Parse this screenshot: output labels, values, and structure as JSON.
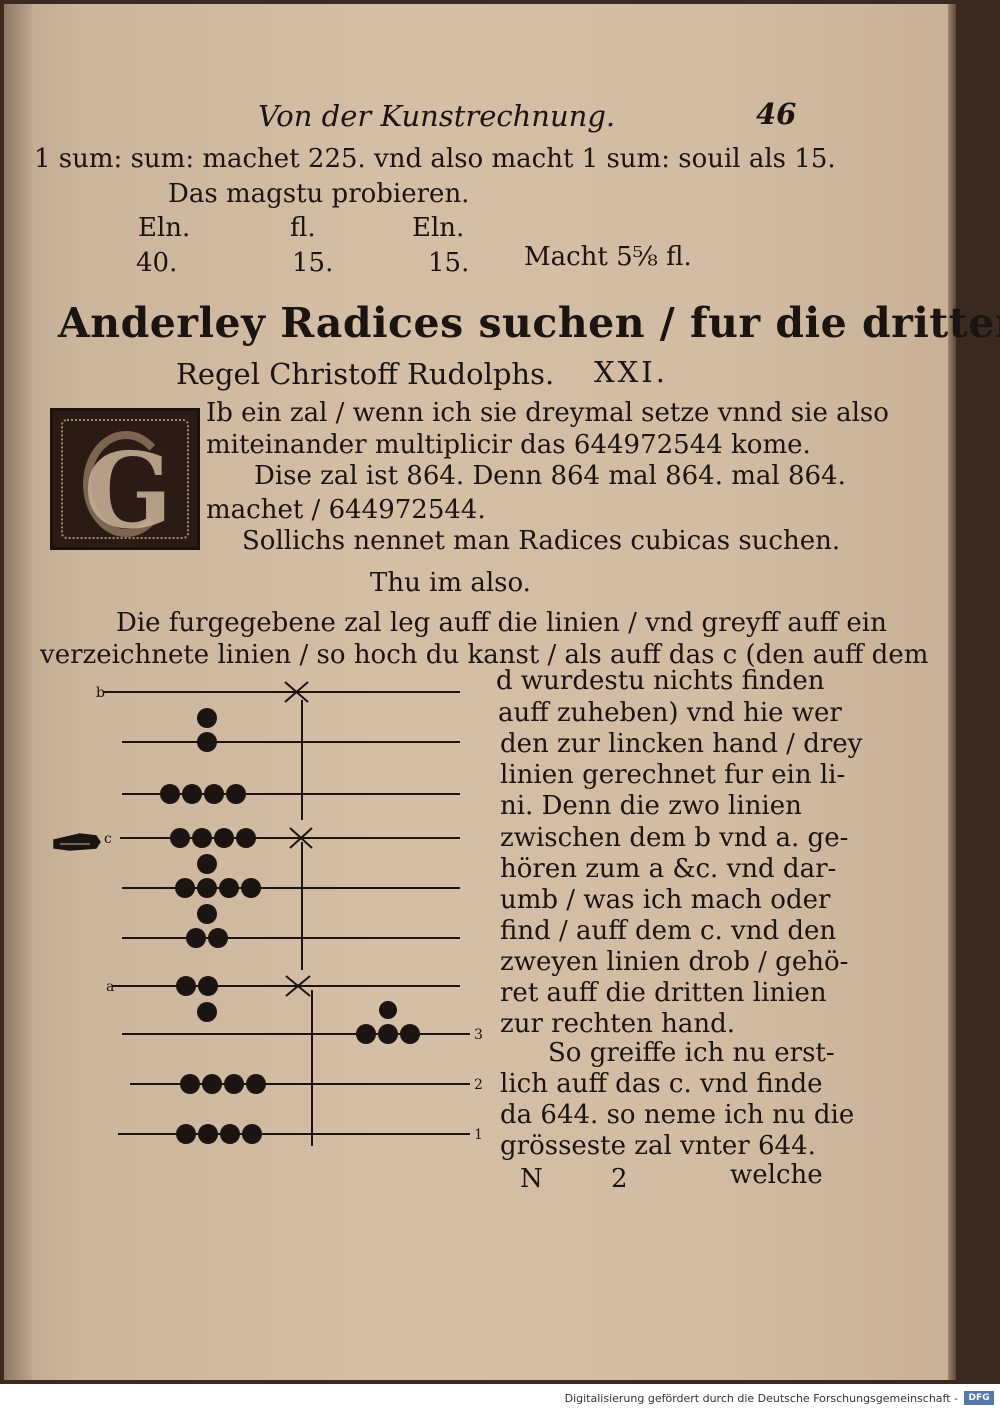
{
  "header": {
    "running_title": "Von der Kunstrechnung.",
    "folio": "46"
  },
  "body_top": {
    "line1": "1 sum: sum: machet 225. vnd also macht 1 sum: souil als 15.",
    "line2": "Das magstu probieren."
  },
  "proof_table": {
    "col1_head": "Eln.",
    "col2_head": "fl.",
    "col3_head": "Eln.",
    "col1_val": "40.",
    "col2_val": "15.",
    "col3_val": "15.",
    "result": "Macht 5⅝ fl."
  },
  "chapter": {
    "title": "Anderley Radices suchen / fur die dritten",
    "subtitle": "Regel Christoff Rudolphs.",
    "number": "XXI."
  },
  "initial_letter": "G",
  "paragraph1": {
    "l1": "Ib ein zal / wenn ich sie dreymal setze vnnd sie also",
    "l2": "miteinander multiplicir das 644972544 kome.",
    "l3": "Dise zal ist 864. Denn 864 mal 864. mal 864.",
    "l4": "machet / 644972544.",
    "l5": "Sollichs nennet man Radices cubicas suchen."
  },
  "section_heading": "Thu im also.",
  "paragraph2": {
    "l1": "Die furgegebene zal leg auff die linien / vnd greyff auff ein",
    "l2": "verzeichnete linien / so hoch du kanst / als auff das c (den auff dem"
  },
  "right_column": [
    "d wurdestu nichts finden",
    "auff zuheben) vnd hie wer",
    "den zur lincken hand / drey",
    "linien gerechnet fur ein li-",
    "ni. Denn die zwo linien",
    "zwischen dem b vnd a. ge-",
    "hören zum a &c. vnd dar-",
    "umb / was ich mach oder",
    "find / auff dem c. vnd den",
    "zweyen linien drob / gehö-",
    "ret auff die dritten linien",
    "zur rechten hand."
  ],
  "paragraph3": {
    "l1": "So greiffe ich nu erst-",
    "l2": "lich auff das c. vnd finde",
    "l3": "da 644. so neme ich nu die",
    "l4": "grösseste zal vnter 644."
  },
  "signature_mark": "N 2",
  "catchword": "welche",
  "abacus": {
    "row_labels": [
      "b",
      "c",
      "a"
    ],
    "right_numbers": [
      "3",
      "2",
      "1"
    ],
    "pointing_hand_label": "c"
  },
  "footer": {
    "credit": "Digitalisierung gefördert durch die Deutsche Forschungsgemeinschaft -",
    "logo": "DFG"
  }
}
